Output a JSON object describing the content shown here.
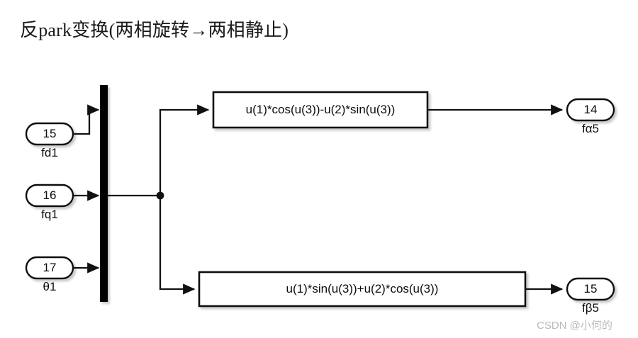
{
  "page": {
    "title": "反park变换(两相旋转→两相静止)",
    "background_color": "#ffffff",
    "watermark": "CSDN @小何的"
  },
  "diagram": {
    "type": "simulink-block-diagram",
    "line_color": "#1a1a1a",
    "block_fill": "#ffffff",
    "block_stroke": "#1a1a1a",
    "mux_color": "#000000",
    "inputs": [
      {
        "number": "15",
        "label": "fd1"
      },
      {
        "number": "16",
        "label": "fq1"
      },
      {
        "number": "17",
        "label": "θ1"
      }
    ],
    "mux": {
      "name": "mux-bar"
    },
    "function_blocks": [
      {
        "expression": "u(1)*cos(u(3))-u(2)*sin(u(3))"
      },
      {
        "expression": "u(1)*sin(u(3))+u(2)*cos(u(3))"
      }
    ],
    "outputs": [
      {
        "number": "14",
        "label": "fα5"
      },
      {
        "number": "15",
        "label": "fβ5"
      }
    ]
  }
}
